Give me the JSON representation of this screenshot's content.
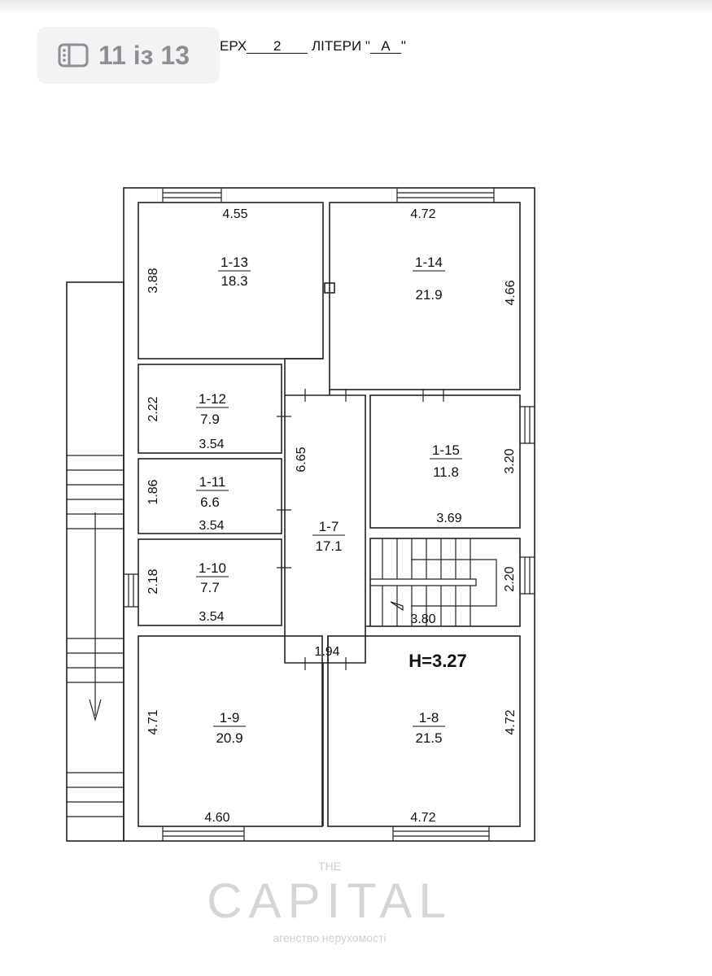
{
  "viewer": {
    "page_counter": "11 із 13",
    "icon": "sidebar-panel-icon"
  },
  "header": {
    "floor_prefix": "ЕРХ",
    "floor_value": "2",
    "letter_prefix": "ЛІТЕРИ \"",
    "letter_value": "А",
    "letter_suffix": "\""
  },
  "watermark": {
    "top": "THE",
    "main": "CAPITAL",
    "sub": "агенство нерухомості"
  },
  "ceiling_height": "H=3.27",
  "rooms": [
    {
      "id": "1-13",
      "area": "18.3",
      "width": "4.55",
      "depth": "3.88"
    },
    {
      "id": "1-14",
      "area": "21.9",
      "width": "4.72",
      "depth": "4.66"
    },
    {
      "id": "1-12",
      "area": "7.9",
      "width": "3.54",
      "depth": "2.22"
    },
    {
      "id": "1-11",
      "area": "6.6",
      "width": "3.54",
      "depth": "1.86"
    },
    {
      "id": "1-10",
      "area": "7.7",
      "width": "3.54",
      "depth": "2.18"
    },
    {
      "id": "1-9",
      "area": "20.9",
      "width": "4.60",
      "depth": "4.71"
    },
    {
      "id": "1-8",
      "area": "21.5",
      "width": "4.72",
      "depth": "4.72"
    },
    {
      "id": "1-7",
      "area": "17.1",
      "width": "1.94",
      "depth": "6.65"
    },
    {
      "id": "1-15",
      "area": "11.8",
      "width": "3.69",
      "depth": "3.20"
    }
  ],
  "stairs": {
    "width": "3.80",
    "depth": "2.20"
  }
}
